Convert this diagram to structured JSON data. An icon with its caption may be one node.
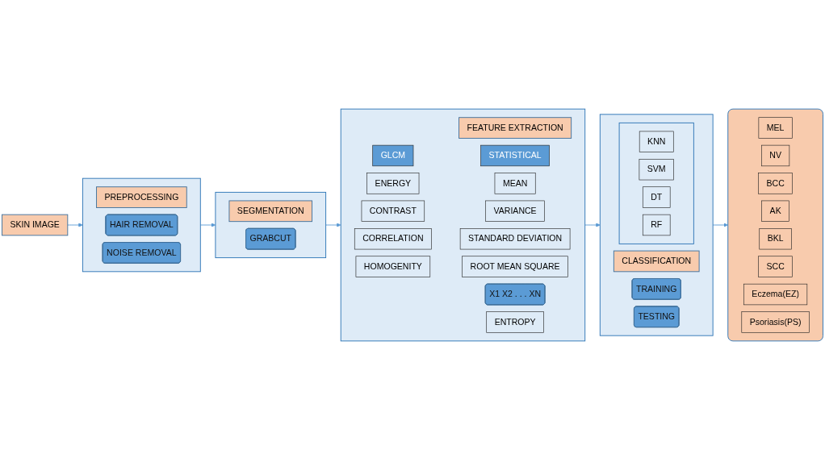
{
  "diagram": {
    "nodes": [
      {
        "text": [
          "SKIN IMAGE"
        ]
      },
      {
        "text": [],
        "shape": "box"
      },
      {
        "text": [
          "PREPROCESSING"
        ],
        "in": 1
      },
      {
        "text": [
          "HAIR REMOVAL"
        ],
        "in": 1
      },
      {
        "text": [
          "NOISE REMOVAL"
        ],
        "in": 1
      },
      {
        "text": [],
        "shape": "box"
      },
      {
        "text": [
          "SEGMENTATION"
        ],
        "in": 5
      },
      {
        "text": [
          "GRABCUT"
        ],
        "in": 5
      },
      {
        "text": [],
        "shape": "box"
      },
      {
        "text": [
          "FEATURE EXTRACTION"
        ],
        "in": 8
      },
      {
        "text": [
          "X1 X2 . . . XN"
        ],
        "in": 8
      },
      {
        "text": [
          "GLCM"
        ],
        "in": 8
      },
      {
        "text": [
          "STATISTICAL"
        ],
        "in": 8
      },
      {
        "text": [
          "ENERGY"
        ],
        "in": 8
      },
      {
        "text": [
          "MEAN"
        ],
        "in": 8
      },
      {
        "text": [
          "CONTRAST"
        ],
        "in": 8
      },
      {
        "text": [
          "VARIANCE"
        ],
        "in": 8
      },
      {
        "text": [
          "CORRELATION"
        ],
        "in": 8
      },
      {
        "text": [
          "STANDARD DEVIATION"
        ],
        "in": 8
      },
      {
        "text": [
          "HOMOGENITY"
        ],
        "in": 8
      },
      {
        "text": [
          "ROOT MEAN SQUARE"
        ],
        "in": 8
      },
      {
        "text": [
          "ENTROPY"
        ],
        "in": 8
      },
      {
        "text": [],
        "shape": "box"
      },
      {
        "text": [],
        "shape": "box",
        "in": 22
      },
      {
        "text": [
          "KNN"
        ],
        "in": 23
      },
      {
        "text": [
          "SVM"
        ],
        "in": 23
      },
      {
        "text": [
          "DT"
        ],
        "in": 23
      },
      {
        "text": [
          "RF"
        ],
        "in": 23
      },
      {
        "text": [
          "CLASSIFICATION"
        ],
        "in": 22
      },
      {
        "text": [
          "TRAINING"
        ],
        "in": 22
      },
      {
        "text": [
          "TESTING"
        ],
        "in": 22
      },
      {
        "text": [],
        "shape": "box"
      },
      {
        "text": [
          "MEL"
        ],
        "in": 31
      },
      {
        "text": [
          "NV"
        ],
        "in": 31
      },
      {
        "text": [
          "BCC"
        ],
        "in": 31
      },
      {
        "text": [
          "AK"
        ],
        "in": 31
      },
      {
        "text": [
          "BKL"
        ],
        "in": 31
      },
      {
        "text": [
          "SCC"
        ],
        "in": 31
      },
      {
        "text": [
          "Eczema(EZ)"
        ],
        "in": 31
      },
      {
        "text": [
          "Psoriasis(PS)"
        ],
        "in": 31
      }
    ],
    "edges": [
      {
        "from": 0,
        "to": 1,
        "arrow": "to"
      },
      {
        "from": 1,
        "to": 5,
        "arrow": "to"
      },
      {
        "from": 5,
        "to": 8,
        "arrow": "to"
      },
      {
        "from": 8,
        "to": 22,
        "arrow": "to"
      },
      {
        "from": 22,
        "to": 31,
        "arrow": "to"
      }
    ]
  }
}
